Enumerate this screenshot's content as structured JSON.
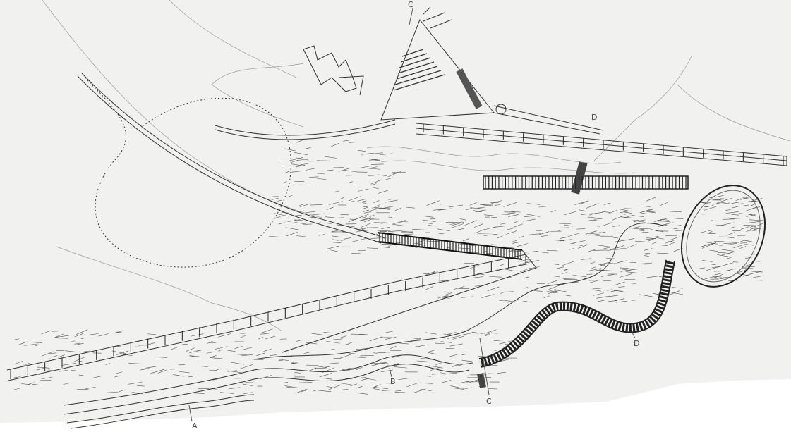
{
  "drawing": {
    "section_markers": [
      {
        "id": "top-c",
        "label": "C"
      },
      {
        "id": "top-d",
        "label": "D"
      },
      {
        "id": "bottom-a",
        "label": "A"
      },
      {
        "id": "bottom-b",
        "label": "B"
      },
      {
        "id": "bottom-c",
        "label": "C"
      },
      {
        "id": "bottom-d",
        "label": "D"
      }
    ],
    "colors": {
      "paper": "#f1f1f0",
      "ink": "#222222",
      "torn_edge": "#ffffff"
    }
  }
}
